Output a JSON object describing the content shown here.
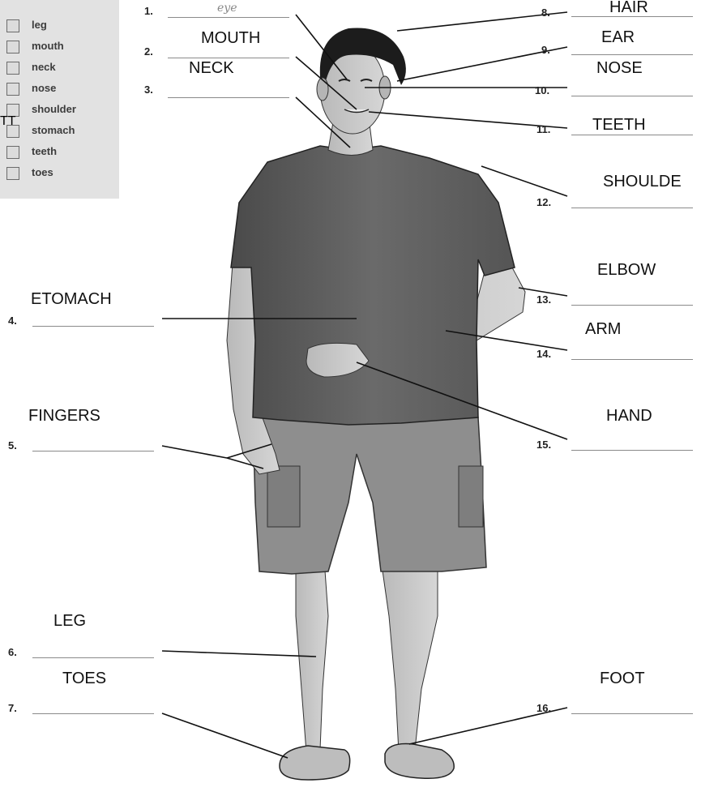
{
  "word_box": {
    "items": [
      "leg",
      "mouth",
      "neck",
      "nose",
      "shoulder",
      "stomach",
      "teeth",
      "toes"
    ],
    "stray_text": "TT"
  },
  "numbers": {
    "n1": "1.",
    "n2": "2.",
    "n3": "3.",
    "n4": "4.",
    "n5": "5.",
    "n6": "6.",
    "n7": "7.",
    "n8": "8.",
    "n9": "9.",
    "n10": "10.",
    "n11": "11.",
    "n12": "12.",
    "n13": "13.",
    "n14": "14.",
    "n15": "15.",
    "n16": "16."
  },
  "example_answer": "eye",
  "answers": {
    "a2": "MOUTH",
    "a3": "NECK",
    "a4": "ETOMACH",
    "a5": "FINGERS",
    "a6": "LEG",
    "a7": "TOES",
    "a8": "HAIR",
    "a9": "EAR",
    "a10": "NOSE",
    "a11": "TEETH",
    "a12": "SHOULDE",
    "a13": "ELBOW",
    "a14": "ARM",
    "a15": "HAND",
    "a16": "FOOT"
  },
  "colors": {
    "background": "#ffffff",
    "wordbox": "#e2e2e2",
    "shirt": "#5a5a5a",
    "shorts": "#8a8a8a",
    "skin": "#c8c8c8",
    "hair": "#1a1a1a"
  }
}
